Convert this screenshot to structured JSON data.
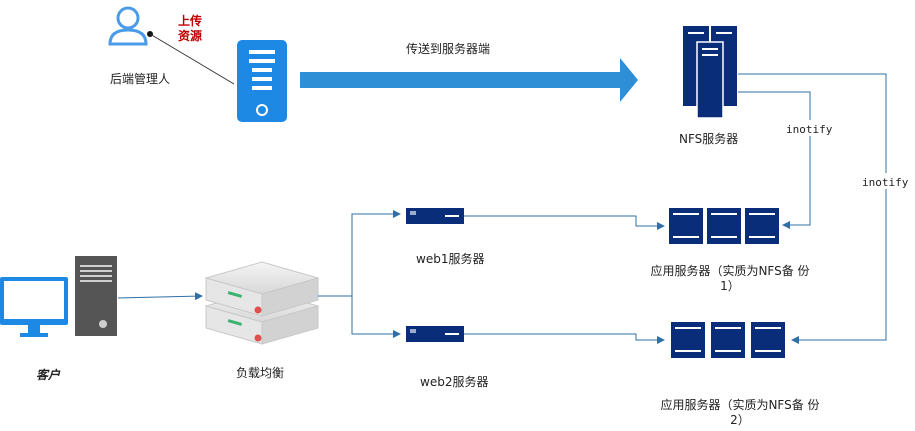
{
  "labels": {
    "admin": "后端管理人",
    "upload_line1": "上传",
    "upload_line2": "资源",
    "transfer": "传送到服务器端",
    "nfs": "NFS服务器",
    "inotify1": "inotify",
    "inotify2": "inotify",
    "web1": "web1服务器",
    "web2": "web2服务器",
    "app1_line1": "应用服务器（实质为NFS备 份",
    "app1_line2": "1）",
    "app2_line1": "应用服务器（实质为NFS备 份",
    "app2_line2": "2）",
    "client": "客户",
    "lb": "负载均衡"
  },
  "colors": {
    "arrow_blue": "#2e8fd6",
    "dark_blue": "#0a2d7a",
    "server_blue": "#1e88e5",
    "line": "#2f6fa5"
  },
  "icons": [
    "user-icon",
    "upload-server-icon",
    "nfs-server-icon",
    "web-server-icon",
    "app-server-icon",
    "client-monitor-icon",
    "client-tower-icon",
    "load-balancer-icon"
  ]
}
